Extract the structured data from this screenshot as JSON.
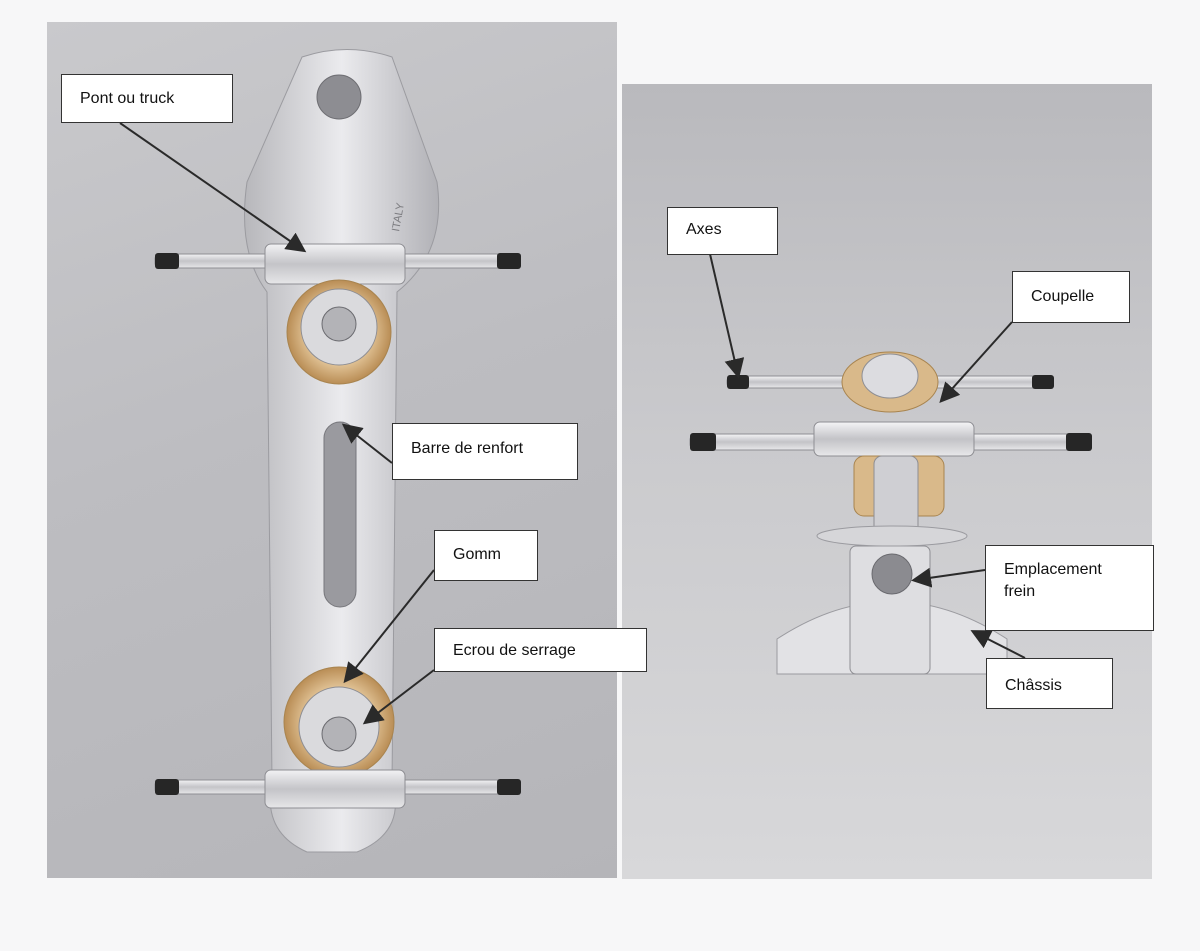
{
  "labels": {
    "pont_ou_truck": "Pont ou truck",
    "barre_de_renfort": "Barre de renfort",
    "gomm": "Gomm",
    "ecrou_de_serrage": "Ecrou de serrage",
    "axes": "Axes",
    "coupelle": "Coupelle",
    "emplacement_frein_line1": "Emplacement",
    "emplacement_frein_line2": "frein",
    "chassis": "Châssis"
  },
  "stamp_text": "ITALY",
  "colors": {
    "background": "#f7f7f8",
    "photo_bg": "#c0c0c4",
    "metal": "#d9d9dc",
    "axle_tip": "#262626",
    "cushion": "#d9b98a",
    "callout_border": "#333333",
    "arrow": "#2a2a2a"
  }
}
